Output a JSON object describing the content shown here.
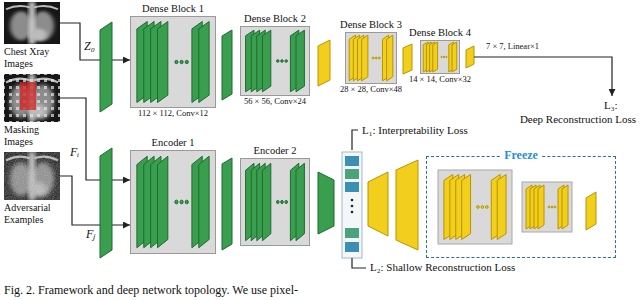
{
  "diagram": {
    "caption": "Fig. 2. Framework and deep network topology. We use pixel-",
    "nodes": [
      {
        "text": [
          "Chest Xray Images"
        ]
      },
      {
        "text": [
          "Masking Images"
        ]
      },
      {
        "text": [
          "Adversarial Examples"
        ]
      },
      {
        "text": [
          "Dense Block 1",
          "112 × 112, Conv×12"
        ]
      },
      {
        "text": [
          "Dense Block 2",
          "56 × 56, Conv×24"
        ]
      },
      {
        "text": [
          "Dense Block 3",
          "28 × 28, Conv×48"
        ]
      },
      {
        "text": [
          "Dense Block 4",
          "14 × 14, Conv×32"
        ]
      },
      {
        "text": [
          "Encoder 1"
        ]
      },
      {
        "text": [
          "Encoder 2"
        ]
      },
      {
        "text": [
          "Freeze"
        ]
      }
    ],
    "edges": [
      {
        "from": 0,
        "to": 3,
        "arrow": "to"
      },
      {
        "from": 1,
        "to": 7,
        "arrow": "to"
      },
      {
        "from": 2,
        "to": 7,
        "arrow": "to"
      }
    ],
    "labels": [
      "Z₀",
      "Fᵢ",
      "Fⱼ",
      "7 × 7, Linear×1",
      "L₃:",
      "Deep Reconstruction Loss",
      "L₁: Interpretability Loss",
      "L₂: Shallow Reconstruction Loss"
    ]
  }
}
